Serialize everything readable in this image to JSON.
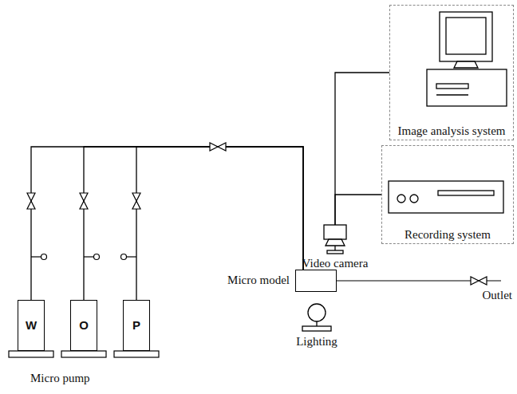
{
  "diagram": {
    "nodes": [
      {
        "text": [
          "Image analysis system"
        ]
      },
      {
        "text": [
          "Recording system"
        ]
      },
      {
        "text": [
          "Video camera"
        ]
      },
      {
        "text": [
          "W"
        ]
      },
      {
        "text": [
          "O"
        ]
      },
      {
        "text": [
          "P"
        ]
      },
      {
        "text": [
          "Micro model"
        ]
      },
      {
        "text": [
          "Lighting"
        ]
      }
    ],
    "edges": [
      {
        "from": 3,
        "to": 6,
        "arrow": "none"
      },
      {
        "from": 4,
        "to": 6,
        "arrow": "none"
      },
      {
        "from": 5,
        "to": 6,
        "arrow": "none"
      },
      {
        "from": 2,
        "to": 0,
        "arrow": "none"
      },
      {
        "from": 2,
        "to": 1,
        "arrow": "none"
      }
    ],
    "labels": [
      "Micro pump",
      "Outlet"
    ]
  }
}
